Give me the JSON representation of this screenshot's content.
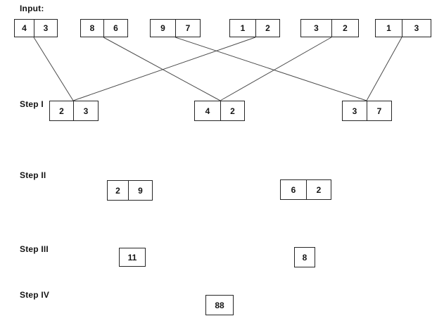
{
  "labels": {
    "input": "Input:",
    "step1": "Step I",
    "step2": "Step II",
    "step3": "Step III",
    "step4": "Step IV"
  },
  "colors": {
    "border": "#262626",
    "line": "#4b4b4b",
    "text": "#141414",
    "background": "#ffffff"
  },
  "boxes": {
    "b1": {
      "cells": [
        "4",
        "3"
      ]
    },
    "b2": {
      "cells": [
        "8",
        "6"
      ]
    },
    "b3": {
      "cells": [
        "9",
        "7"
      ]
    },
    "b4": {
      "cells": [
        "1",
        "2"
      ]
    },
    "b5": {
      "cells": [
        "3",
        "2"
      ]
    },
    "b6": {
      "cells": [
        "1",
        "3"
      ]
    },
    "s1": {
      "cells": [
        "2",
        "3"
      ]
    },
    "s2": {
      "cells": [
        "4",
        "2"
      ]
    },
    "s3": {
      "cells": [
        "3",
        "7"
      ]
    },
    "t1": {
      "cells": [
        "2",
        "9"
      ]
    },
    "t2": {
      "cells": [
        "6",
        "2"
      ]
    },
    "u1": {
      "value": "11"
    },
    "u2": {
      "value": "8"
    },
    "v1": {
      "value": "88"
    }
  },
  "connections": [
    {
      "from": "b1",
      "to": "s1"
    },
    {
      "from": "b4",
      "to": "s1"
    },
    {
      "from": "b2",
      "to": "s2"
    },
    {
      "from": "b5",
      "to": "s2"
    },
    {
      "from": "b3",
      "to": "s3"
    },
    {
      "from": "b6",
      "to": "s3"
    }
  ]
}
